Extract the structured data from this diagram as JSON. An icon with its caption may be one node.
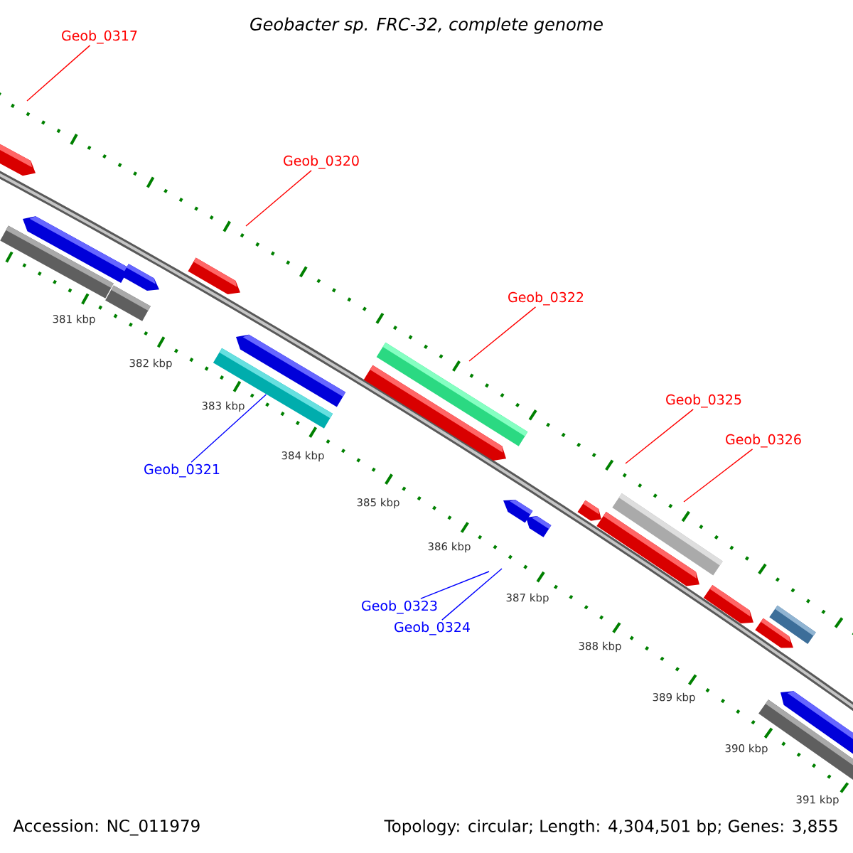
{
  "diagram": {
    "title": "Geobacter sp. FRC-32, complete genome",
    "nodes": [
      {
        "text": [
          "Geob_0317"
        ]
      },
      {
        "text": [
          "Geob_0320"
        ]
      },
      {
        "text": [
          "Geob_0322"
        ]
      },
      {
        "text": [
          "Geob_0325"
        ]
      },
      {
        "text": [
          "Geob_0326"
        ]
      },
      {
        "text": [
          "Geob_0321"
        ]
      },
      {
        "text": [
          "Geob_0323"
        ]
      },
      {
        "text": [
          "Geob_0324"
        ]
      },
      {
        "text": [],
        "shape": "bar"
      }
    ],
    "edges": [
      {
        "from": 0,
        "to": null,
        "arrow": "none"
      },
      {
        "from": 1,
        "to": null,
        "arrow": "none"
      },
      {
        "from": 2,
        "to": null,
        "arrow": "none"
      },
      {
        "from": 3,
        "to": null,
        "arrow": "none"
      },
      {
        "from": 4,
        "to": null,
        "arrow": "none"
      },
      {
        "from": 5,
        "to": 8,
        "arrow": "none",
        "color": "#0000ff"
      },
      {
        "from": 6,
        "to": null,
        "arrow": "none",
        "color": "#0000ff"
      },
      {
        "from": 7,
        "to": null,
        "arrow": "none",
        "color": "#0000ff"
      }
    ],
    "labels": [
      "381 kbp",
      "382 kbp",
      "383 kbp",
      "384 kbp",
      "385 kbp",
      "386 kbp",
      "387 kbp",
      "388 kbp",
      "389 kbp",
      "390 kbp",
      "391 kbp",
      "Accession: NC_011979",
      "Topology: circular; Length: 4,304,501 bp; Genes: 3,855"
    ]
  }
}
